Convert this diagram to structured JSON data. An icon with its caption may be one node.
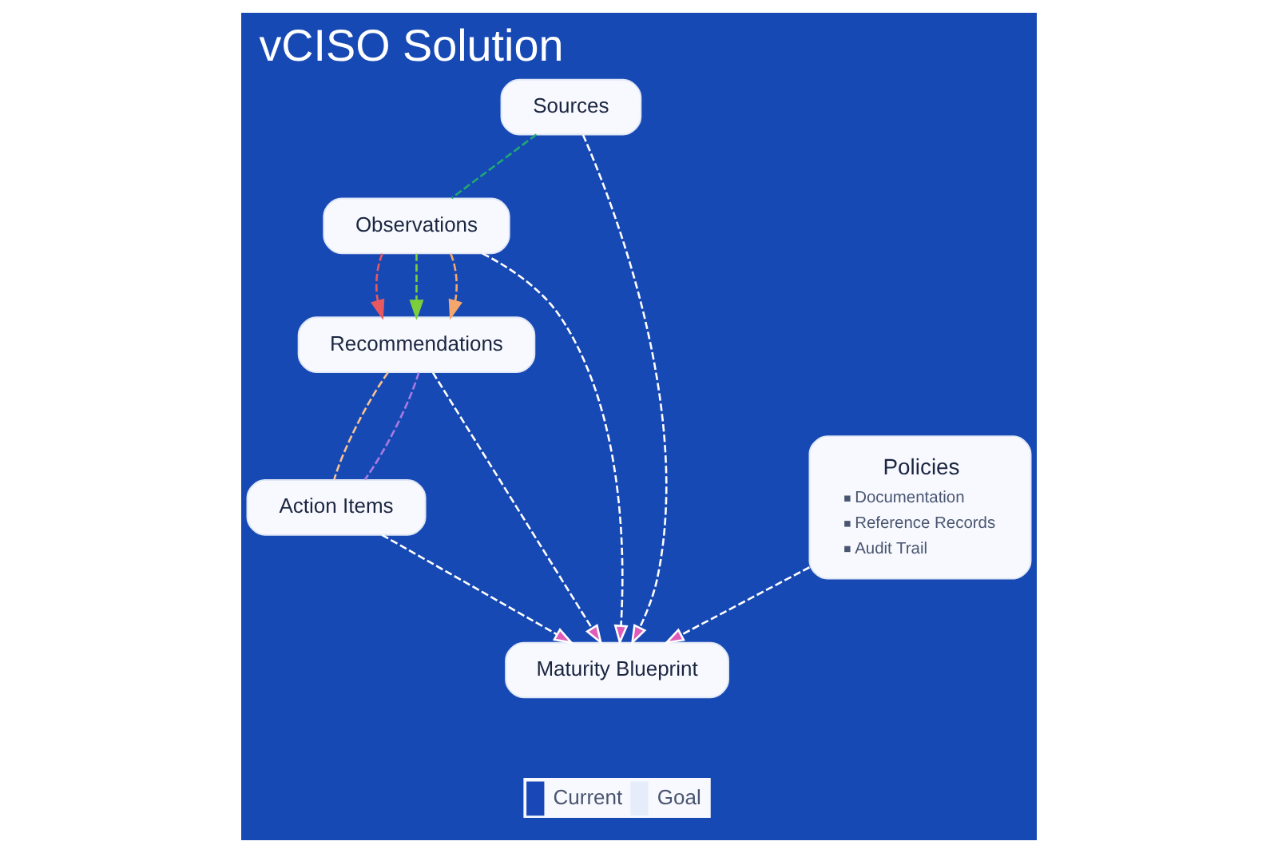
{
  "diagram": {
    "title": "vCISO Solution",
    "nodes": [
      {
        "text": [
          "Sources"
        ]
      },
      {
        "text": [
          "Observations"
        ]
      },
      {
        "text": [
          "Recommendations"
        ]
      },
      {
        "text": [
          "Action Items"
        ]
      },
      {
        "text": [
          "Maturity Blueprint"
        ]
      },
      {
        "text": [
          "Policies",
          "Documentation",
          "Reference Records",
          "Audit Trail"
        ]
      }
    ],
    "edges": [
      {
        "from": 0,
        "to": 1,
        "arrow": "none",
        "color": "#1fa971"
      },
      {
        "from": 1,
        "to": 2,
        "arrow": "to",
        "color": "#e8595f"
      },
      {
        "from": 1,
        "to": 2,
        "arrow": "to",
        "color": "#7ccf3a"
      },
      {
        "from": 1,
        "to": 2,
        "arrow": "to",
        "color": "#f5a66b"
      },
      {
        "from": 2,
        "to": 3,
        "arrow": "none",
        "color": "#f7c28f"
      },
      {
        "from": 2,
        "to": 3,
        "arrow": "none",
        "color": "#a97be0"
      },
      {
        "from": 0,
        "to": 4,
        "arrow": "to"
      },
      {
        "from": 1,
        "to": 4,
        "arrow": "to"
      },
      {
        "from": 2,
        "to": 4,
        "arrow": "to"
      },
      {
        "from": 3,
        "to": 4,
        "arrow": "to"
      },
      {
        "from": 5,
        "to": 4,
        "arrow": "to"
      }
    ],
    "legend": [
      {
        "text": "Current",
        "color": "#1a47b8"
      },
      {
        "text": "Goal",
        "color": "#e6edfa"
      }
    ]
  }
}
